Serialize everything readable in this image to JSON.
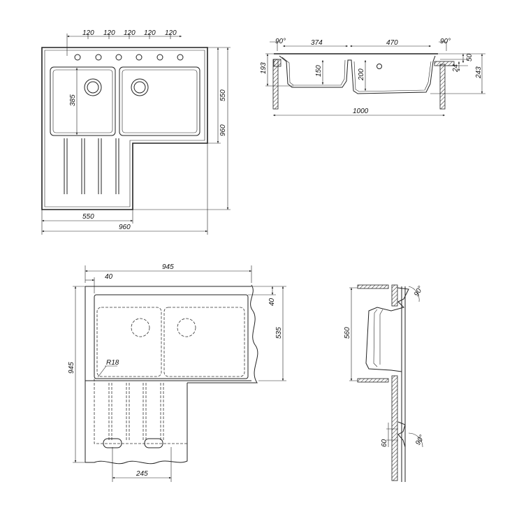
{
  "plan_view": {
    "hole_spacing": [
      "120",
      "120",
      "120",
      "120",
      "120"
    ],
    "basin_depth": "385",
    "right_height": "550",
    "total_height": "960",
    "bottom_width": "550",
    "total_width": "960"
  },
  "section_view": {
    "angle_left": "90°",
    "angle_right": "90°",
    "left_basin_width": "374",
    "right_basin_width": "470",
    "height_193": "193",
    "left_depth": "150",
    "right_depth": "200",
    "overall_width": "1000",
    "rim_50": "50",
    "counter_24": "24",
    "total_243": "243"
  },
  "cutout_view": {
    "width": "945",
    "offset": "40",
    "offset_vertical": "40",
    "height_535": "535",
    "height_945": "945",
    "radius": "R18",
    "drainer_spacing": "245"
  },
  "side_section": {
    "height": "560",
    "angle_top": "90°",
    "angle_bottom": "90°",
    "offset_60": "60"
  }
}
